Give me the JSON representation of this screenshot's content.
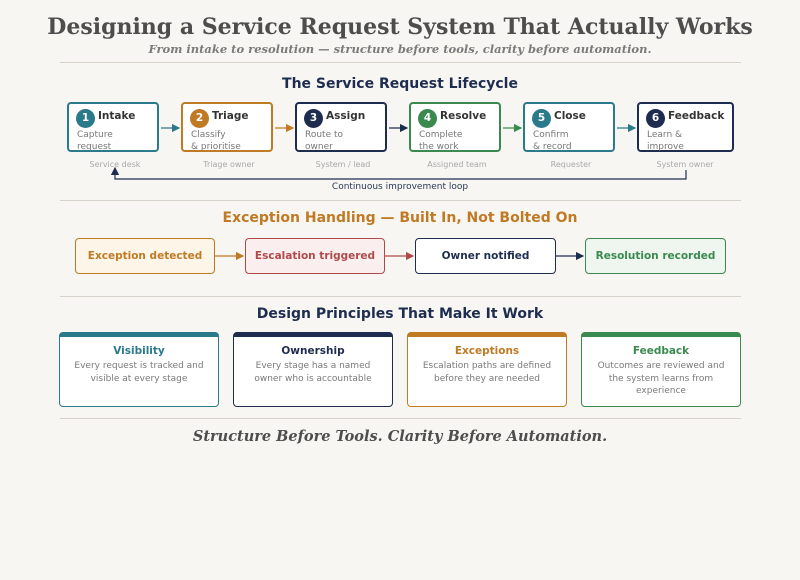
{
  "header": {
    "title": "Designing a Service Request System That Actually Works",
    "subtitle": "From intake to resolution — structure before tools, clarity before automation."
  },
  "lifecycle": {
    "title": "The Service Request Lifecycle",
    "stages": [
      {
        "number": "1",
        "name": "Intake",
        "description": "Capture\nrequest",
        "owner": "Service desk",
        "color": "#2a7a8c"
      },
      {
        "number": "2",
        "name": "Triage",
        "description": "Classify\n& prioritise",
        "owner": "Triage owner",
        "color": "#c07a24"
      },
      {
        "number": "3",
        "name": "Assign",
        "description": "Route to\nowner",
        "owner": "System / lead",
        "color": "#1e2d4f"
      },
      {
        "number": "4",
        "name": "Resolve",
        "description": "Complete\nthe work",
        "owner": "Assigned team",
        "color": "#3a8a4f"
      },
      {
        "number": "5",
        "name": "Close",
        "description": "Confirm\n& record",
        "owner": "Requester",
        "color": "#2a7a8c"
      },
      {
        "number": "6",
        "name": "Feedback",
        "description": "Learn &\nimprove",
        "owner": "System owner",
        "color": "#1e2d4f"
      }
    ],
    "loop_label": "Continuous improvement loop"
  },
  "exceptions": {
    "title": "Exception Handling — Built In, Not Bolted On",
    "steps": [
      {
        "label": "Exception detected",
        "color": "#c07a24",
        "bg": "#fdf6e8"
      },
      {
        "label": "Escalation triggered",
        "color": "#b04a4a",
        "bg": "#fbeeee"
      },
      {
        "label": "Owner notified",
        "color": "#1e2d4f",
        "bg": "#ffffff"
      },
      {
        "label": "Resolution recorded",
        "color": "#3a8a4f",
        "bg": "#eef6ef"
      }
    ]
  },
  "principles": {
    "title": "Design Principles That Make It Work",
    "cards": [
      {
        "title": "Visibility",
        "text": "Every request is tracked and visible at every stage",
        "color": "#2a7a8c"
      },
      {
        "title": "Ownership",
        "text": "Every stage has a named owner who is accountable",
        "color": "#1e2d4f"
      },
      {
        "title": "Exceptions",
        "text": "Escalation paths are defined before they are needed",
        "color": "#c07a24"
      },
      {
        "title": "Feedback",
        "text": "Outcomes are reviewed and the system learns from experience",
        "color": "#3a8a4f"
      }
    ]
  },
  "closing": "Structure Before Tools. Clarity Before Automation.",
  "colors": {
    "navy": "#1e2d4f",
    "orange": "#c07a24",
    "teal": "#2a7a8c",
    "green": "#3a8a4f",
    "red": "#b04a4a"
  }
}
